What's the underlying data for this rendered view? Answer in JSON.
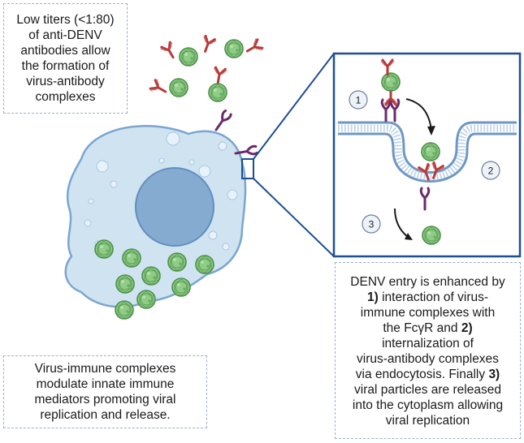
{
  "titers_box": {
    "lines": [
      "Low titers (<1:80)",
      "of anti-DENV",
      "antibodies allow",
      "the formation of",
      "virus-antibody",
      "complexes"
    ]
  },
  "entry_box": {
    "line1": "DENV entry is enhanced by",
    "line2_num": "1)",
    "line2_text": " interaction of virus-",
    "line3": "immune complexes with",
    "line4_text": "the FcγR and ",
    "line4_num": "2)",
    "line5": "internalization of",
    "line6": "virus-antibody complexes",
    "line7_text": "via endocytosis. Finally ",
    "line7_num": "3)",
    "line8": "viral particles are released",
    "line9": "into the cytoplasm allowing",
    "line10": "viral replication"
  },
  "modulate_box": {
    "lines": [
      "Virus-immune complexes",
      "modulate innate immune",
      "mediators promoting viral",
      "replication and release."
    ]
  },
  "steps": [
    "1",
    "2",
    "3"
  ],
  "colors": {
    "cell_fill": "#cfe3f1",
    "cell_stroke": "#7aa6cf",
    "nucleus_fill": "#86abd1",
    "virus_fill": "#8fcc86",
    "virus_stroke": "#4d8f4a",
    "antibody": "#b63b3b",
    "receptor": "#6b2a6b",
    "inset_border": "#1d4f91",
    "dashed_border": "#9bb0cc"
  }
}
